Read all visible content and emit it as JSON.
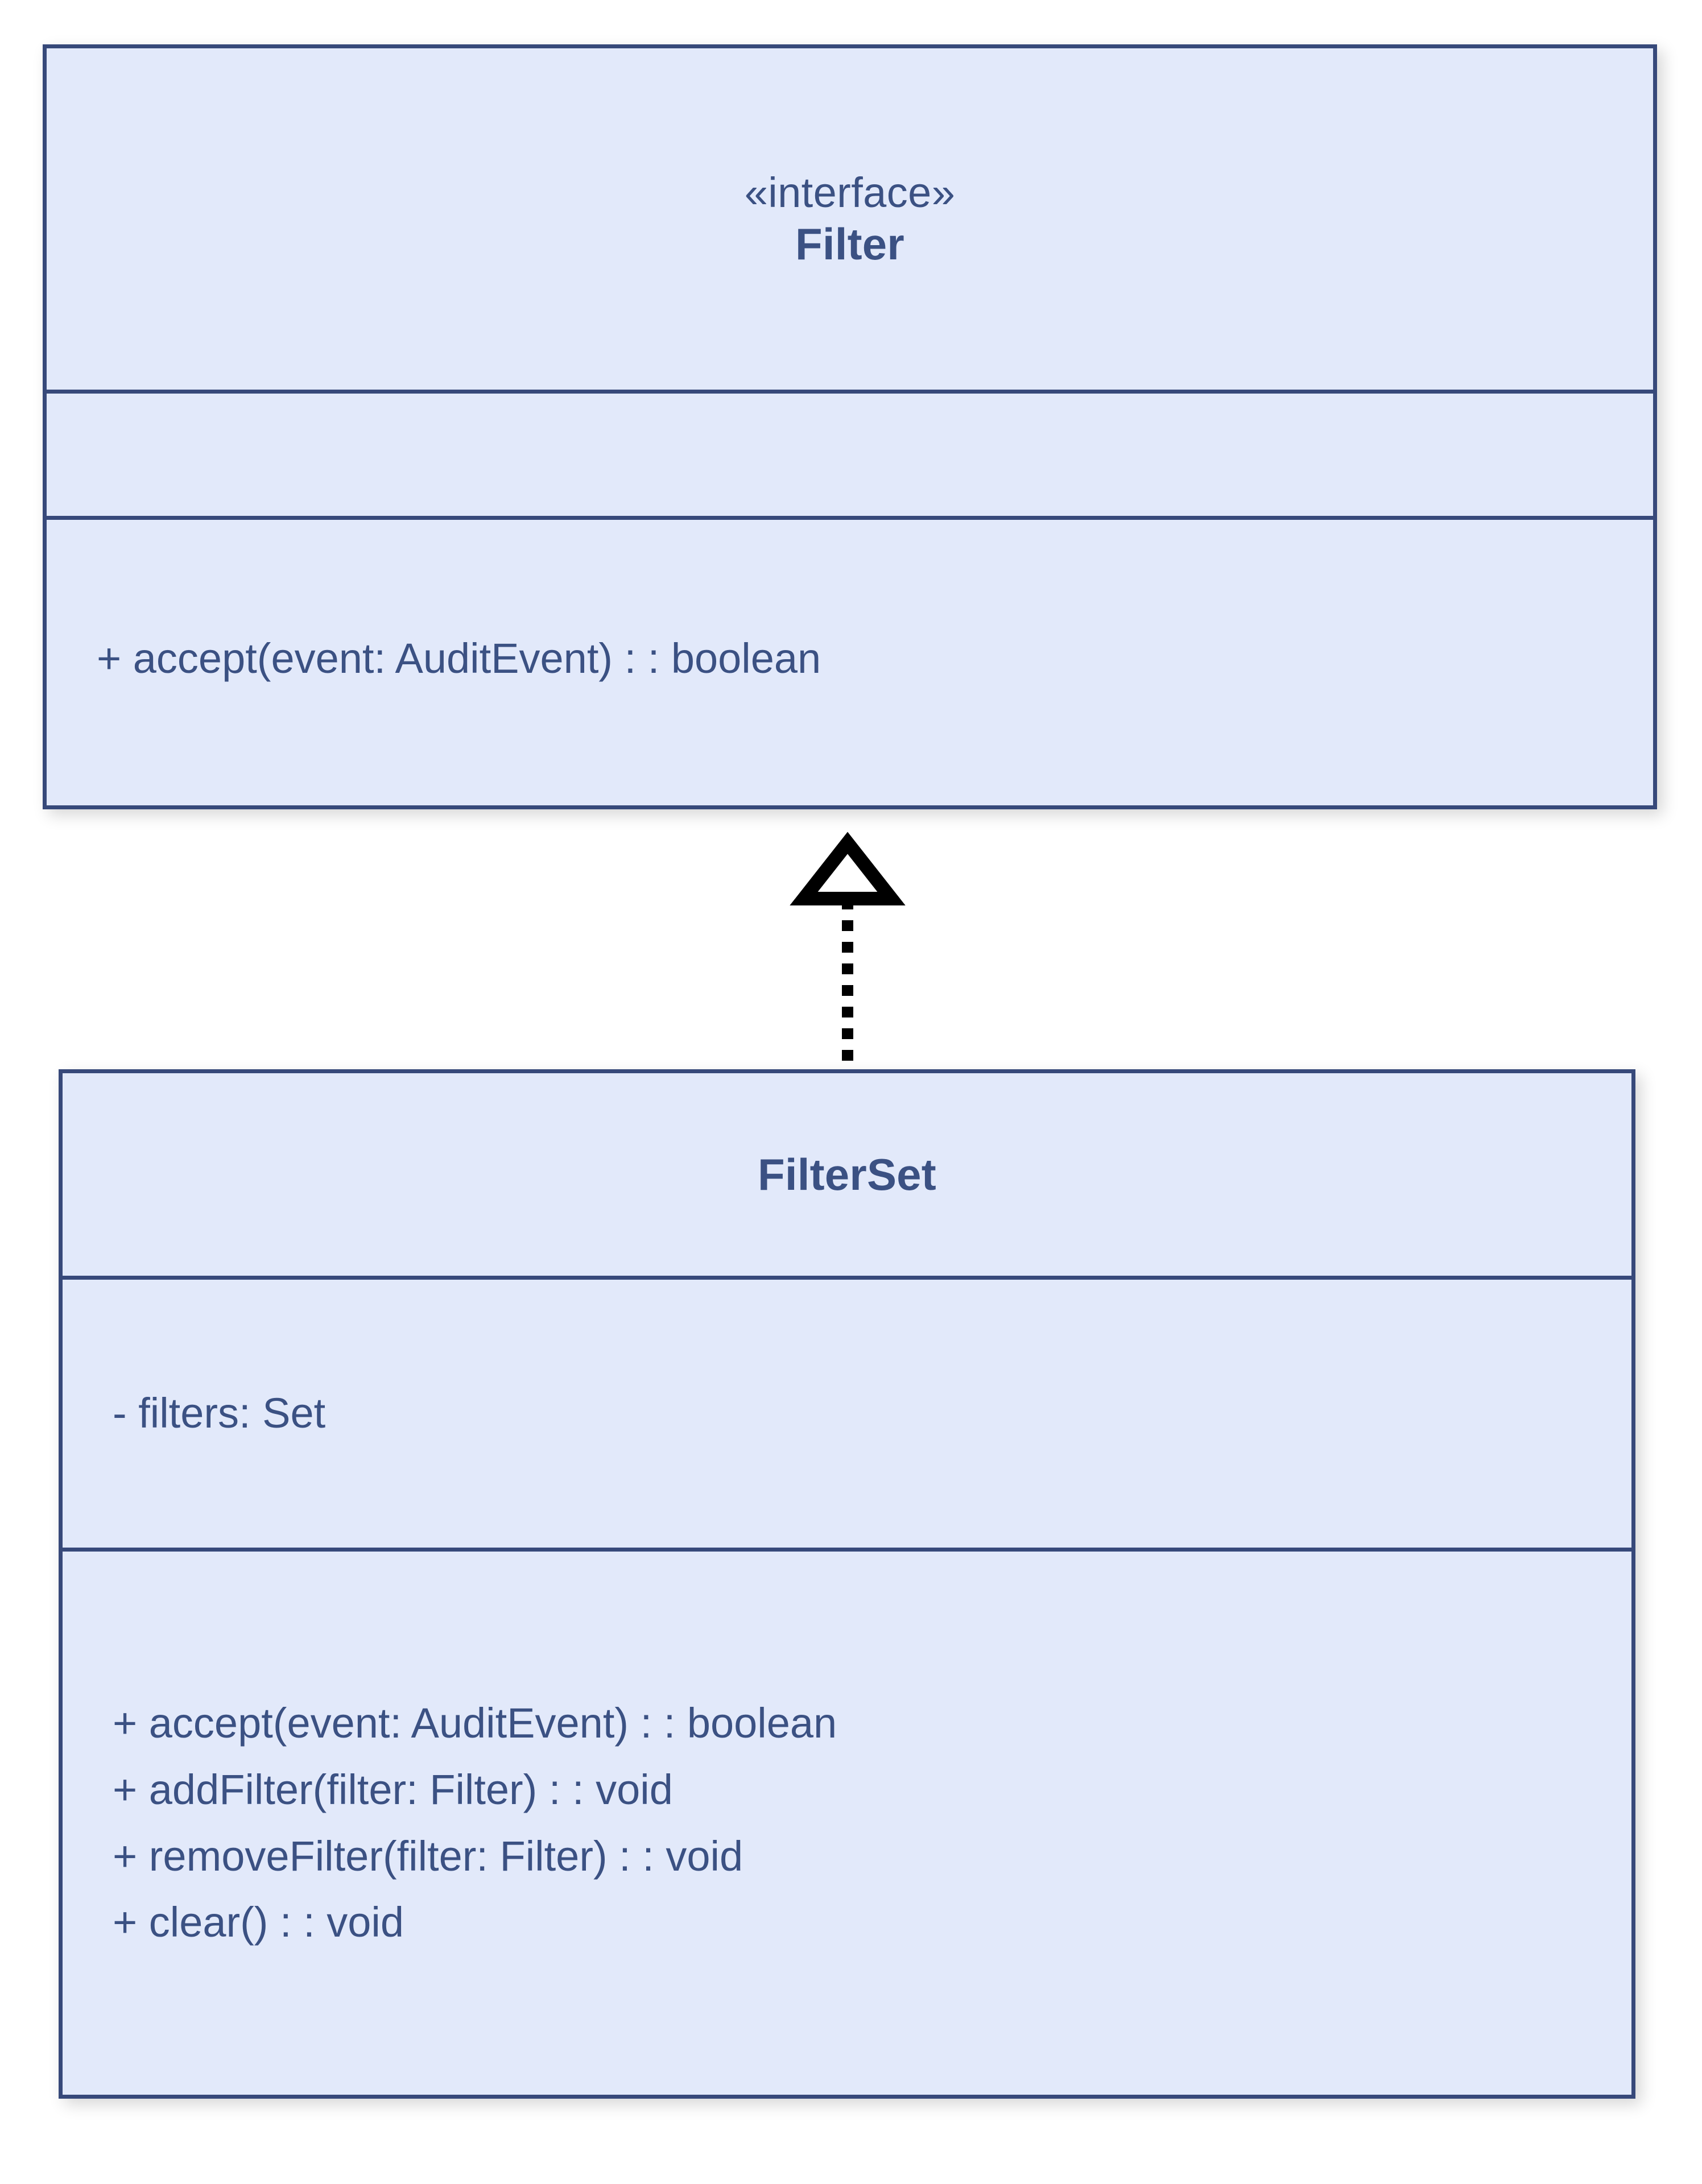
{
  "diagram": {
    "type": "uml-class-diagram",
    "background_color": "#ffffff",
    "class_fill_color": "#e2e9fa",
    "class_border_color": "#37497a",
    "text_color": "#3b5183",
    "connector_color": "#000000"
  },
  "classes": [
    {
      "id": "filter",
      "stereotype": "«interface»",
      "name": "Filter",
      "attributes": [],
      "methods": [
        "+ accept(event: AuditEvent) : : boolean"
      ]
    },
    {
      "id": "filterset",
      "stereotype": "",
      "name": "FilterSet",
      "attributes": [
        "- filters: Set"
      ],
      "methods": [
        "+ accept(event: AuditEvent) : : boolean",
        "+ addFilter(filter: Filter) : : void",
        "+ removeFilter(filter: Filter) : : void",
        "+ clear() : : void"
      ]
    }
  ],
  "relationships": [
    {
      "id": "filterset-realizes-filter",
      "kind": "realization",
      "source": "FilterSet",
      "target": "Filter",
      "line_style": "dotted",
      "arrowhead": "hollow-triangle"
    }
  ]
}
